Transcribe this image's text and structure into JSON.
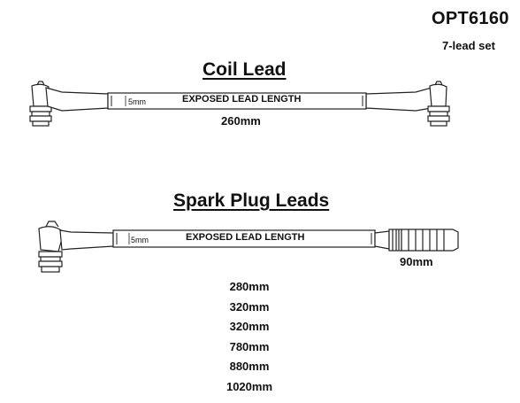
{
  "header": {
    "part_number": "OPT6160",
    "set_description": "7-lead set"
  },
  "coil_lead": {
    "title": "Coil Lead",
    "exposed_label": "EXPOSED LEAD LENGTH",
    "end_offset": "5mm",
    "length": "260mm"
  },
  "spark_plug_leads": {
    "title": "Spark Plug Leads",
    "exposed_label": "EXPOSED LEAD LENGTH",
    "end_offset": "5mm",
    "boot_length": "90mm",
    "lengths": [
      "280mm",
      "320mm",
      "320mm",
      "780mm",
      "880mm",
      "1020mm"
    ]
  }
}
